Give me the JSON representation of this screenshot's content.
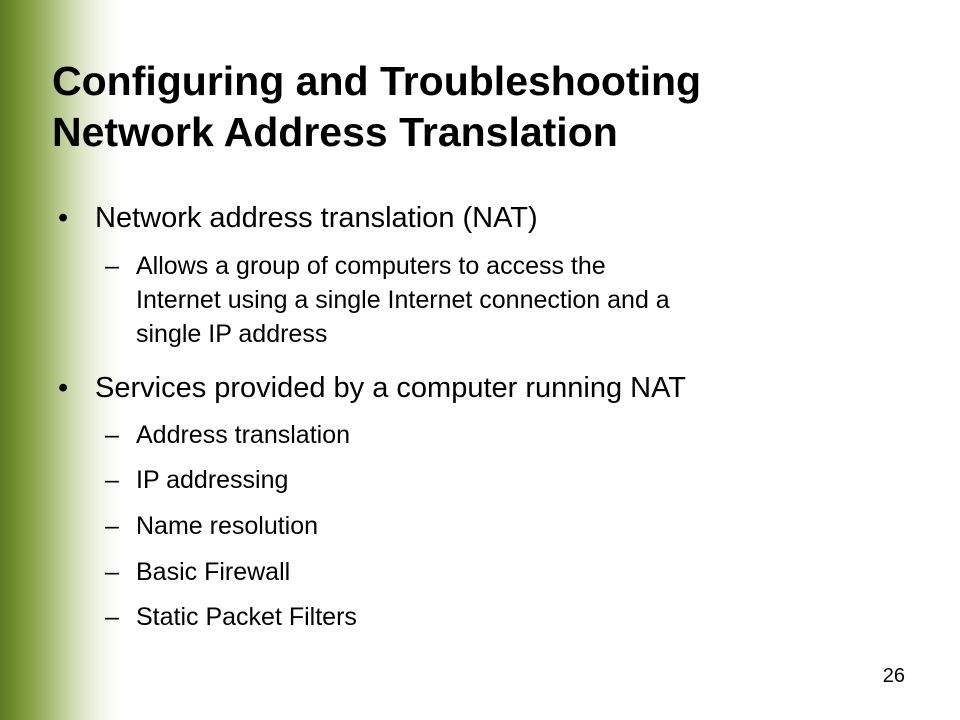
{
  "slide": {
    "title_lines": [
      "Configuring and Troubleshooting",
      "Network Address Translation"
    ],
    "bullet_marker": "•",
    "sub_marker": "–",
    "bullets": [
      {
        "text": "Network address translation (NAT)",
        "subs": [
          {
            "lines": [
              "Allows a group of computers to access the",
              "Internet using a single Internet connection and a",
              "single IP address"
            ]
          }
        ]
      },
      {
        "text": "Services provided by a computer running NAT",
        "subs": [
          {
            "lines": [
              "Address translation"
            ]
          },
          {
            "lines": [
              "IP addressing"
            ]
          },
          {
            "lines": [
              "Name resolution"
            ]
          },
          {
            "lines": [
              "Basic Firewall"
            ]
          },
          {
            "lines": [
              "Static Packet Filters"
            ]
          }
        ]
      }
    ],
    "page_number": "26",
    "accent_color": "#6c8a2a"
  }
}
